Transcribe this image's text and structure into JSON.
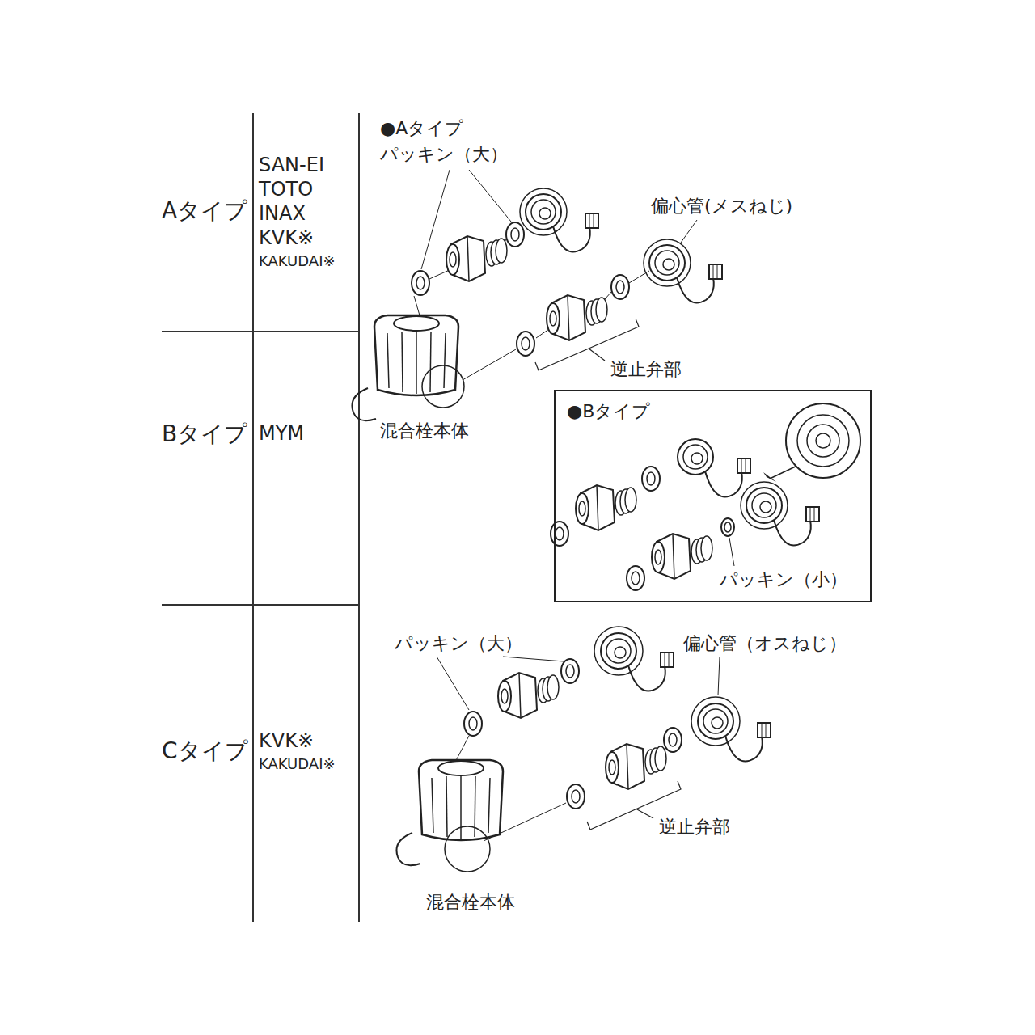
{
  "diagram": {
    "nodes": [
      {
        "text": [
          "●Bタイプ",
          "パッキン（小）"
        ]
      }
    ],
    "labels": [
      "Aタイプ",
      "SAN-EI",
      "TOTO",
      "INAX",
      "KVK※",
      "KAKUDAI※",
      "Bタイプ",
      "MYM",
      "Cタイプ",
      "KVK※",
      "KAKUDAI※",
      "●Aタイプ",
      "パッキン（大）",
      "偏心管(メスねじ)",
      "逆止弁部",
      "混合栓本体",
      "パッキン（大）",
      "偏心管（オスねじ）",
      "逆止弁部",
      "混合栓本体"
    ]
  }
}
